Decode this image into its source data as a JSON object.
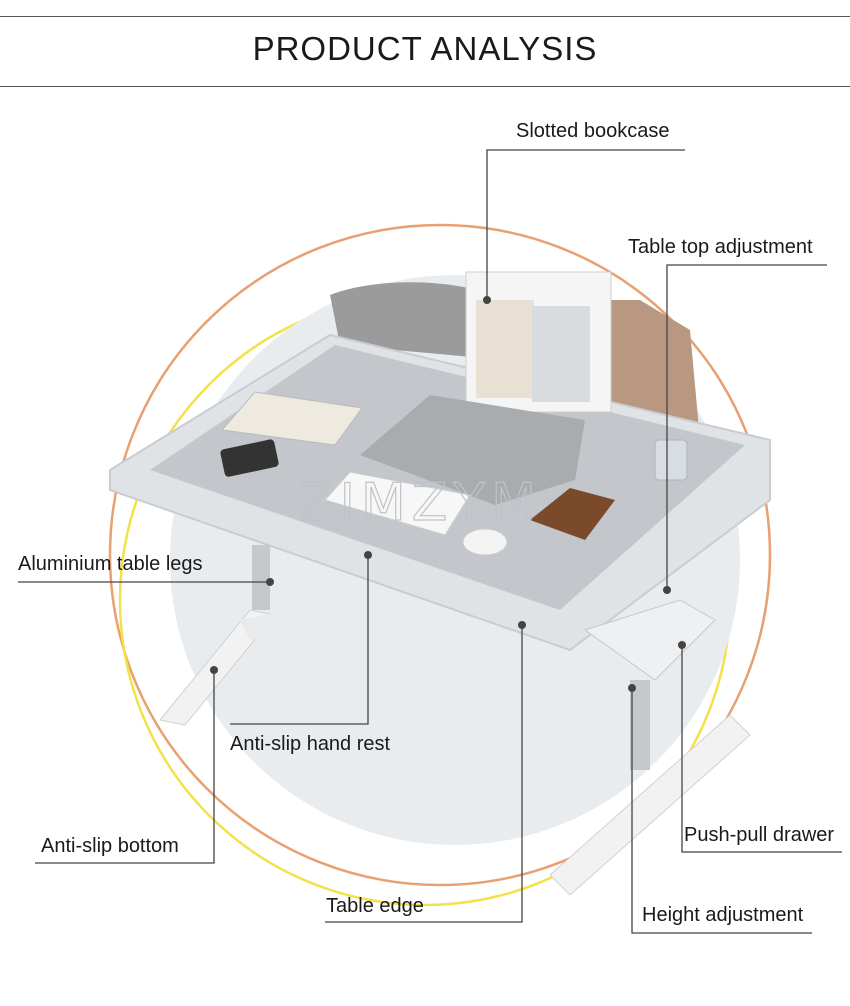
{
  "header": {
    "title": "PRODUCT ANALYSIS"
  },
  "labels": {
    "slotted_bookcase": "Slotted bookcase",
    "table_top_adjustment": "Table top adjustment",
    "aluminium_table_legs": "Aluminium table legs",
    "anti_slip_hand_rest": "Anti-slip hand rest",
    "anti_slip_bottom": "Anti-slip bottom",
    "push_pull_drawer": "Push-pull drawer",
    "table_edge": "Table edge",
    "height_adjustment": "Height adjustment"
  },
  "watermark": "ZJMZYM",
  "colors": {
    "orange_ring": "#e8a070",
    "yellow_ring": "#f2e24a",
    "leader_line": "#444444"
  }
}
